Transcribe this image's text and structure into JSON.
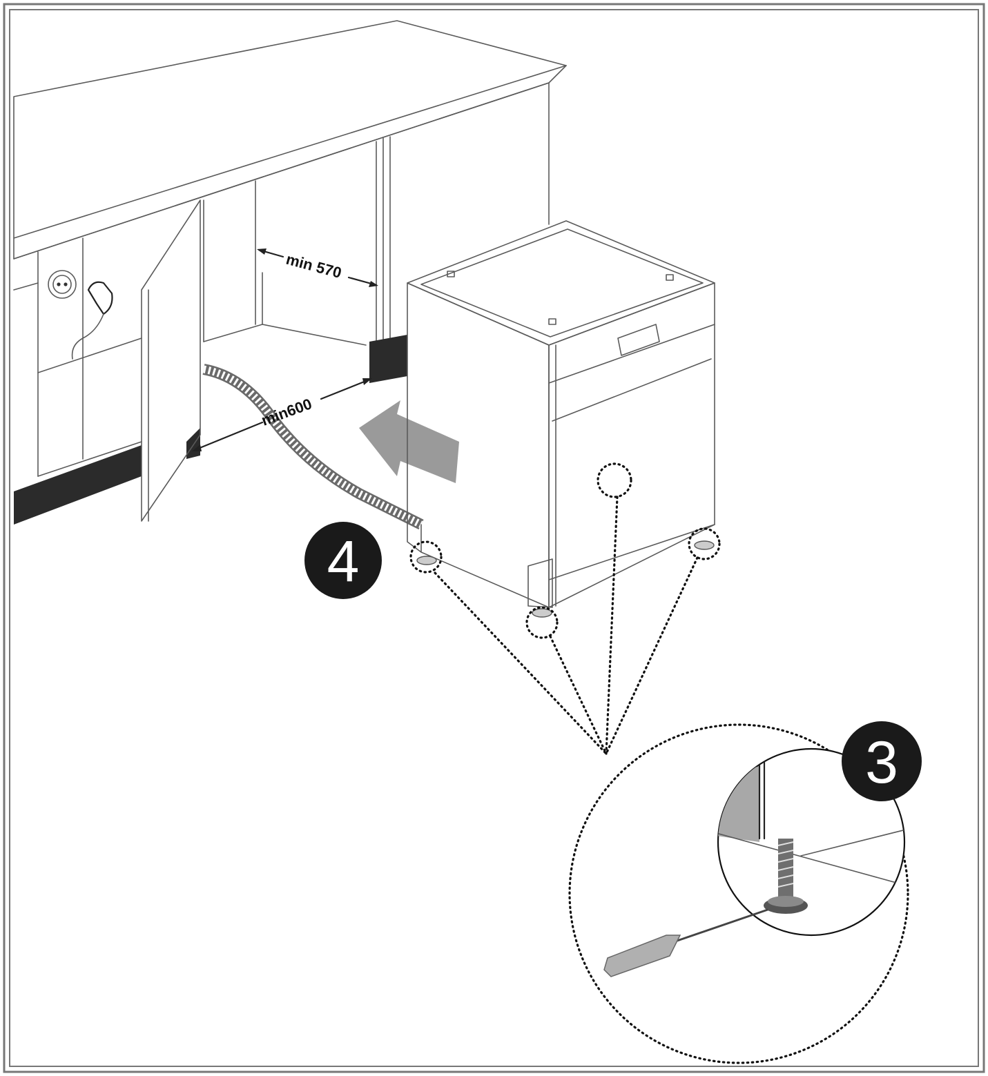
{
  "labels": {
    "dim_width": "min 570",
    "dim_height": "min600"
  },
  "steps": [
    {
      "number": "4"
    },
    {
      "number": "3"
    }
  ],
  "colors": {
    "frame": "#777777",
    "plinth": "#2b2b2b",
    "arrow": "#9a9a9a",
    "badge": "#1a1a1a",
    "screwdriver_handle": "#b0b0b0"
  }
}
